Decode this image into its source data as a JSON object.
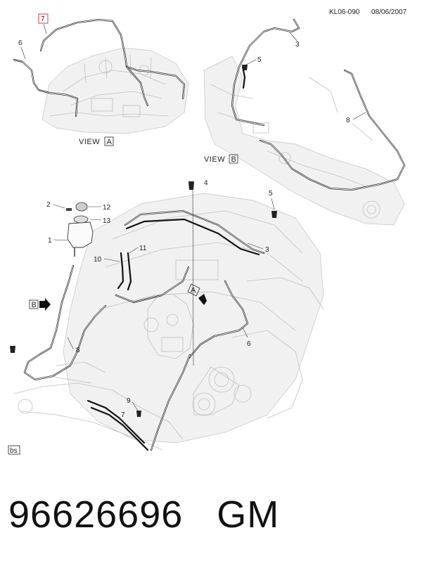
{
  "header": {
    "ref_code": "KL06-090",
    "date": "08/06/2007"
  },
  "views": {
    "view_a": {
      "word": "VIEW",
      "letter": "A"
    },
    "view_b": {
      "word": "VIEW",
      "letter": "B"
    }
  },
  "callouts": {
    "c7_top": "7",
    "c6_top": "6",
    "c3_top": "3",
    "c5_top": "5",
    "c8_top": "8",
    "c4": "4",
    "c5_main": "5",
    "c2": "2",
    "c12": "12",
    "c13": "13",
    "c1": "1",
    "c11": "11",
    "c10": "10",
    "c3_main": "3",
    "c8_main": "8",
    "c6_main": "6",
    "c9": "9",
    "c7_main": "7"
  },
  "arrows": {
    "arrow_b": "B",
    "arrow_a": "A"
  },
  "corner_tag": "bs",
  "highlight_color": "#e03a3a",
  "part_number": "96626696",
  "manufacturer": "GM"
}
